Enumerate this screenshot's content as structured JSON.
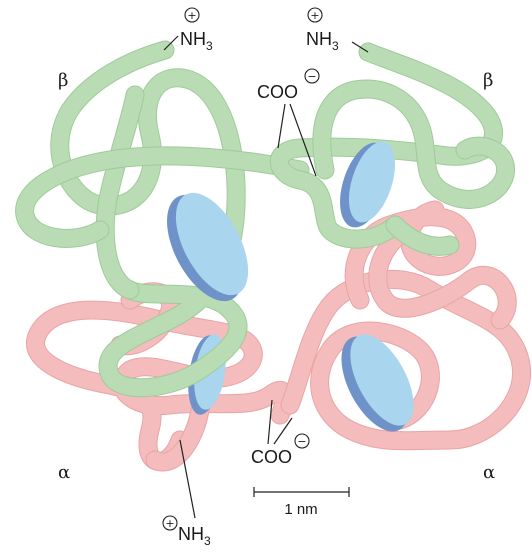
{
  "subunit_labels": {
    "beta_left": "β",
    "beta_right": "β",
    "alpha_left": "α",
    "alpha_right": "α"
  },
  "termini": {
    "nh3_top_left": {
      "base": "NH",
      "sub": "3",
      "charge": "+"
    },
    "nh3_top_right": {
      "base": "NH",
      "sub": "3",
      "charge": "+"
    },
    "nh3_bottom": {
      "base": "NH",
      "sub": "3",
      "charge": "+"
    },
    "coo_top": {
      "text": "COO",
      "charge": "−"
    },
    "coo_bottom": {
      "text": "COO",
      "charge": "−"
    }
  },
  "scale_bar": {
    "label": "1 nm"
  },
  "colors": {
    "beta_chain": "#b9dcb4",
    "alpha_chain": "#f4bcbc",
    "heme_face": "#a9d6ee",
    "heme_rim": "#6f93c8"
  }
}
